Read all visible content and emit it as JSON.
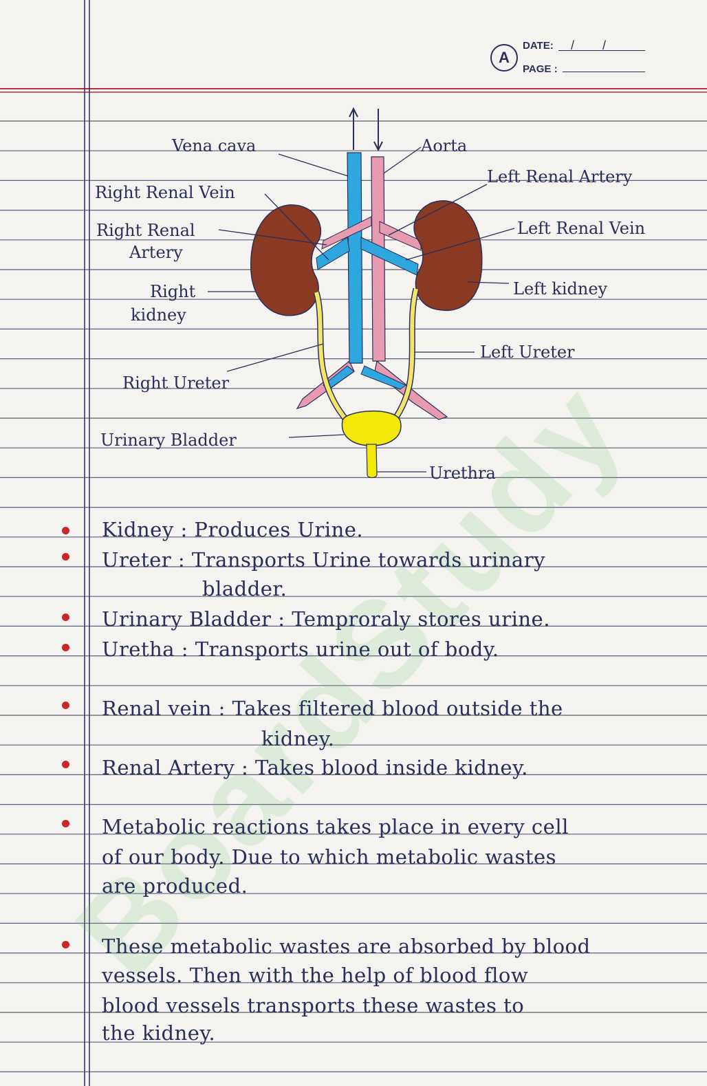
{
  "header": {
    "logo_letter": "A",
    "date_label": "DATE:",
    "date_value": "/ /",
    "page_label": "PAGE :"
  },
  "diagram": {
    "labels": {
      "vena_cava": "Vena cava",
      "aorta": "Aorta",
      "left_renal_artery": "Left Renal Artery",
      "right_renal_vein": "Right Renal Vein",
      "right_renal_artery_1": "Right Renal",
      "right_renal_artery_2": "Artery",
      "left_renal_vein": "Left Renal Vein",
      "right_kidney_1": "Right",
      "right_kidney_2": "kidney",
      "left_kidney": "Left kidney",
      "left_ureter": "Left Ureter",
      "right_ureter": "Right Ureter",
      "urinary_bladder": "Urinary Bladder",
      "urethra": "Urethra"
    },
    "colors": {
      "vein": "#2ea7df",
      "artery": "#e89ab0",
      "kidney": "#8a3a22",
      "ureter": "#f2e66a",
      "bullet": "#c8262b",
      "ink": "#2a2f5a"
    }
  },
  "notes": [
    {
      "line1": "Kidney : Produces Urine."
    },
    {
      "line1": "Ureter : Transports Urine towards urinary",
      "line2": "bladder."
    },
    {
      "line1": "Urinary Bladder : Temproraly stores urine."
    },
    {
      "line1": "Uretha : Transports urine out of body."
    },
    {
      "line1": "Renal vein : Takes filtered blood outside the",
      "line2": "kidney."
    },
    {
      "line1": "Renal Artery : Takes blood inside kidney."
    },
    {
      "line1": "Metabolic reactions takes place in every cell",
      "line2": "of our body. Due to which metabolic wastes",
      "line3": "are produced."
    },
    {
      "line1": "These metabolic wastes are absorbed by blood",
      "line2": "vessels. Then with the help of blood flow",
      "line3": "blood vessels transports these wastes to",
      "line4": "the kidney."
    }
  ],
  "watermark": "BoardStudy"
}
